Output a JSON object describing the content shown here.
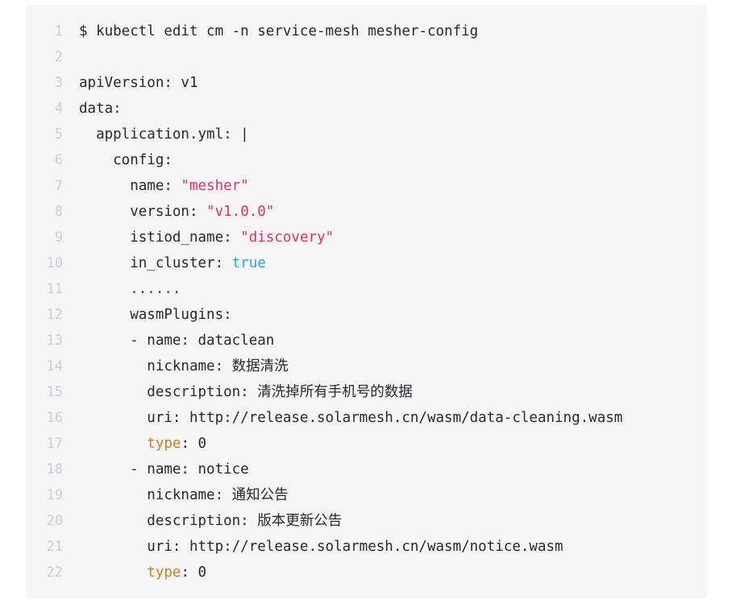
{
  "card": {
    "background": "#f5f5f6",
    "gutter_color": "#c9ced6",
    "text_color": "#24292e"
  },
  "colors": {
    "string": "#e4305e",
    "boolean": "#2fa1e5",
    "key_highlight": "#c4841d",
    "plain": "#24292e"
  },
  "code": {
    "language": "yaml",
    "lines": [
      {
        "number": "1",
        "segments": [
          {
            "text": "$ kubectl edit cm -n service-mesh mesher-config",
            "kind": "plain"
          }
        ]
      },
      {
        "number": "2",
        "segments": [
          {
            "text": "",
            "kind": "plain"
          }
        ]
      },
      {
        "number": "3",
        "segments": [
          {
            "text": "apiVersion: v1",
            "kind": "plain"
          }
        ]
      },
      {
        "number": "4",
        "segments": [
          {
            "text": "data:",
            "kind": "plain"
          }
        ]
      },
      {
        "number": "5",
        "segments": [
          {
            "text": "  application.yml: |",
            "kind": "plain"
          }
        ]
      },
      {
        "number": "6",
        "segments": [
          {
            "text": "    config:",
            "kind": "plain"
          }
        ]
      },
      {
        "number": "7",
        "segments": [
          {
            "text": "      name: ",
            "kind": "plain"
          },
          {
            "text": "\"mesher\"",
            "kind": "string"
          }
        ]
      },
      {
        "number": "8",
        "segments": [
          {
            "text": "      version: ",
            "kind": "plain"
          },
          {
            "text": "\"v1.0.0\"",
            "kind": "string"
          }
        ]
      },
      {
        "number": "9",
        "segments": [
          {
            "text": "      istiod_name: ",
            "kind": "plain"
          },
          {
            "text": "\"discovery\"",
            "kind": "string"
          }
        ]
      },
      {
        "number": "10",
        "segments": [
          {
            "text": "      in_cluster: ",
            "kind": "plain"
          },
          {
            "text": "true",
            "kind": "boolean"
          }
        ]
      },
      {
        "number": "11",
        "segments": [
          {
            "text": "      ......",
            "kind": "dots"
          }
        ]
      },
      {
        "number": "12",
        "segments": [
          {
            "text": "      wasmPlugins:",
            "kind": "plain"
          }
        ]
      },
      {
        "number": "13",
        "segments": [
          {
            "text": "      - name: dataclean",
            "kind": "plain"
          }
        ]
      },
      {
        "number": "14",
        "segments": [
          {
            "text": "        nickname: 数据清洗",
            "kind": "plain"
          }
        ]
      },
      {
        "number": "15",
        "segments": [
          {
            "text": "        description: 清洗掉所有手机号的数据",
            "kind": "plain"
          }
        ]
      },
      {
        "number": "16",
        "segments": [
          {
            "text": "        uri: http://release.solarmesh.cn/wasm/data-cleaning.wasm",
            "kind": "plain"
          }
        ]
      },
      {
        "number": "17",
        "segments": [
          {
            "text": "        ",
            "kind": "plain"
          },
          {
            "text": "type",
            "kind": "key"
          },
          {
            "text": ": 0",
            "kind": "plain"
          }
        ]
      },
      {
        "number": "18",
        "segments": [
          {
            "text": "      - name: notice",
            "kind": "plain"
          }
        ]
      },
      {
        "number": "19",
        "segments": [
          {
            "text": "        nickname: 通知公告",
            "kind": "plain"
          }
        ]
      },
      {
        "number": "20",
        "segments": [
          {
            "text": "        description: 版本更新公告",
            "kind": "plain"
          }
        ]
      },
      {
        "number": "21",
        "segments": [
          {
            "text": "        uri: http://release.solarmesh.cn/wasm/notice.wasm",
            "kind": "plain"
          }
        ]
      },
      {
        "number": "22",
        "segments": [
          {
            "text": "        ",
            "kind": "plain"
          },
          {
            "text": "type",
            "kind": "key"
          },
          {
            "text": ": 0",
            "kind": "plain"
          }
        ]
      }
    ]
  }
}
